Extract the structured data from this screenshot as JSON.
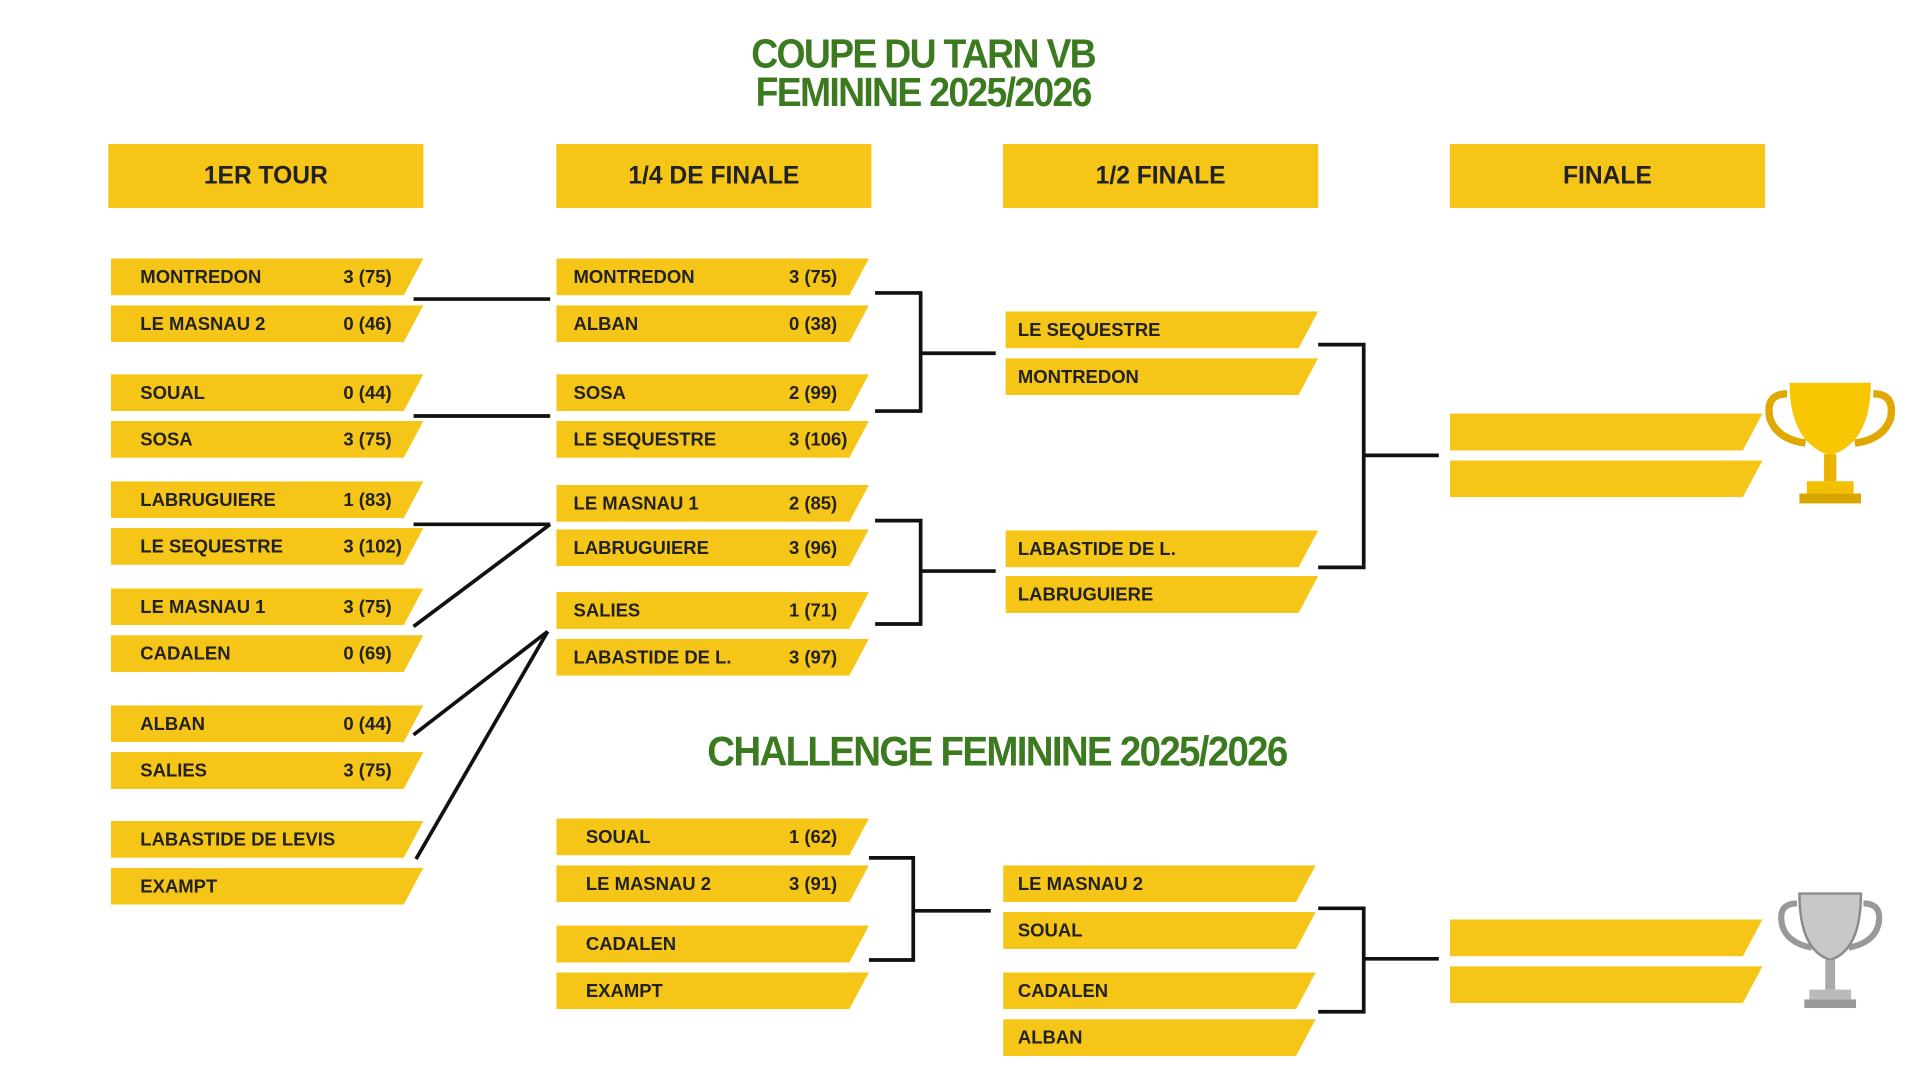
{
  "title": {
    "line1": "COUPE DU TARN VB",
    "line2": "FEMININE 2025/2026"
  },
  "headers": [
    "1ER TOUR",
    "1/4 DE FINALE",
    "1/2 FINALE",
    "FINALE"
  ],
  "challenge_title": "CHALLENGE FEMININE 2025/2026",
  "colors": {
    "bar": "#f5c518",
    "title": "#3b7a1f",
    "line": "#111111"
  },
  "coupe": {
    "round1": [
      {
        "team": "MONTREDON",
        "score": "3 (75)"
      },
      {
        "team": "LE MASNAU 2",
        "score": "0 (46)"
      },
      {
        "team": "SOUAL",
        "score": "0 (44)"
      },
      {
        "team": "SOSA",
        "score": "3 (75)"
      },
      {
        "team": "LABRUGUIERE",
        "score": "1 (83)"
      },
      {
        "team": "LE SEQUESTRE",
        "score": "3 (102)"
      },
      {
        "team": "LE MASNAU 1",
        "score": "3 (75)"
      },
      {
        "team": "CADALEN",
        "score": "0 (69)"
      },
      {
        "team": "ALBAN",
        "score": "0 (44)"
      },
      {
        "team": "SALIES",
        "score": "3 (75)"
      },
      {
        "team": "LABASTIDE DE LEVIS",
        "score": ""
      },
      {
        "team": "EXAMPT",
        "score": ""
      }
    ],
    "quarterfinals": [
      {
        "team": "MONTREDON",
        "score": "3 (75)"
      },
      {
        "team": "ALBAN",
        "score": "0 (38)"
      },
      {
        "team": "SOSA",
        "score": "2 (99)"
      },
      {
        "team": "LE SEQUESTRE",
        "score": "3 (106)"
      },
      {
        "team": "LE MASNAU 1",
        "score": "2 (85)"
      },
      {
        "team": "LABRUGUIERE",
        "score": "3 (96)"
      },
      {
        "team": "SALIES",
        "score": "1 (71)"
      },
      {
        "team": "LABASTIDE DE L.",
        "score": "3 (97)"
      }
    ],
    "semifinals": [
      {
        "team": "LE SEQUESTRE",
        "score": ""
      },
      {
        "team": "MONTREDON",
        "score": ""
      },
      {
        "team": "LABASTIDE DE L.",
        "score": ""
      },
      {
        "team": "LABRUGUIERE",
        "score": ""
      }
    ],
    "final": [
      {
        "team": "",
        "score": ""
      },
      {
        "team": "",
        "score": ""
      }
    ]
  },
  "challenge": {
    "round1": [
      {
        "team": "SOUAL",
        "score": "1 (62)"
      },
      {
        "team": "LE MASNAU 2",
        "score": "3 (91)"
      },
      {
        "team": "CADALEN",
        "score": ""
      },
      {
        "team": "EXAMPT",
        "score": ""
      }
    ],
    "semifinals": [
      {
        "team": "LE MASNAU 2",
        "score": ""
      },
      {
        "team": "SOUAL",
        "score": ""
      },
      {
        "team": "CADALEN",
        "score": ""
      },
      {
        "team": "ALBAN",
        "score": ""
      }
    ],
    "final": [
      {
        "team": "",
        "score": ""
      },
      {
        "team": "",
        "score": ""
      }
    ]
  }
}
